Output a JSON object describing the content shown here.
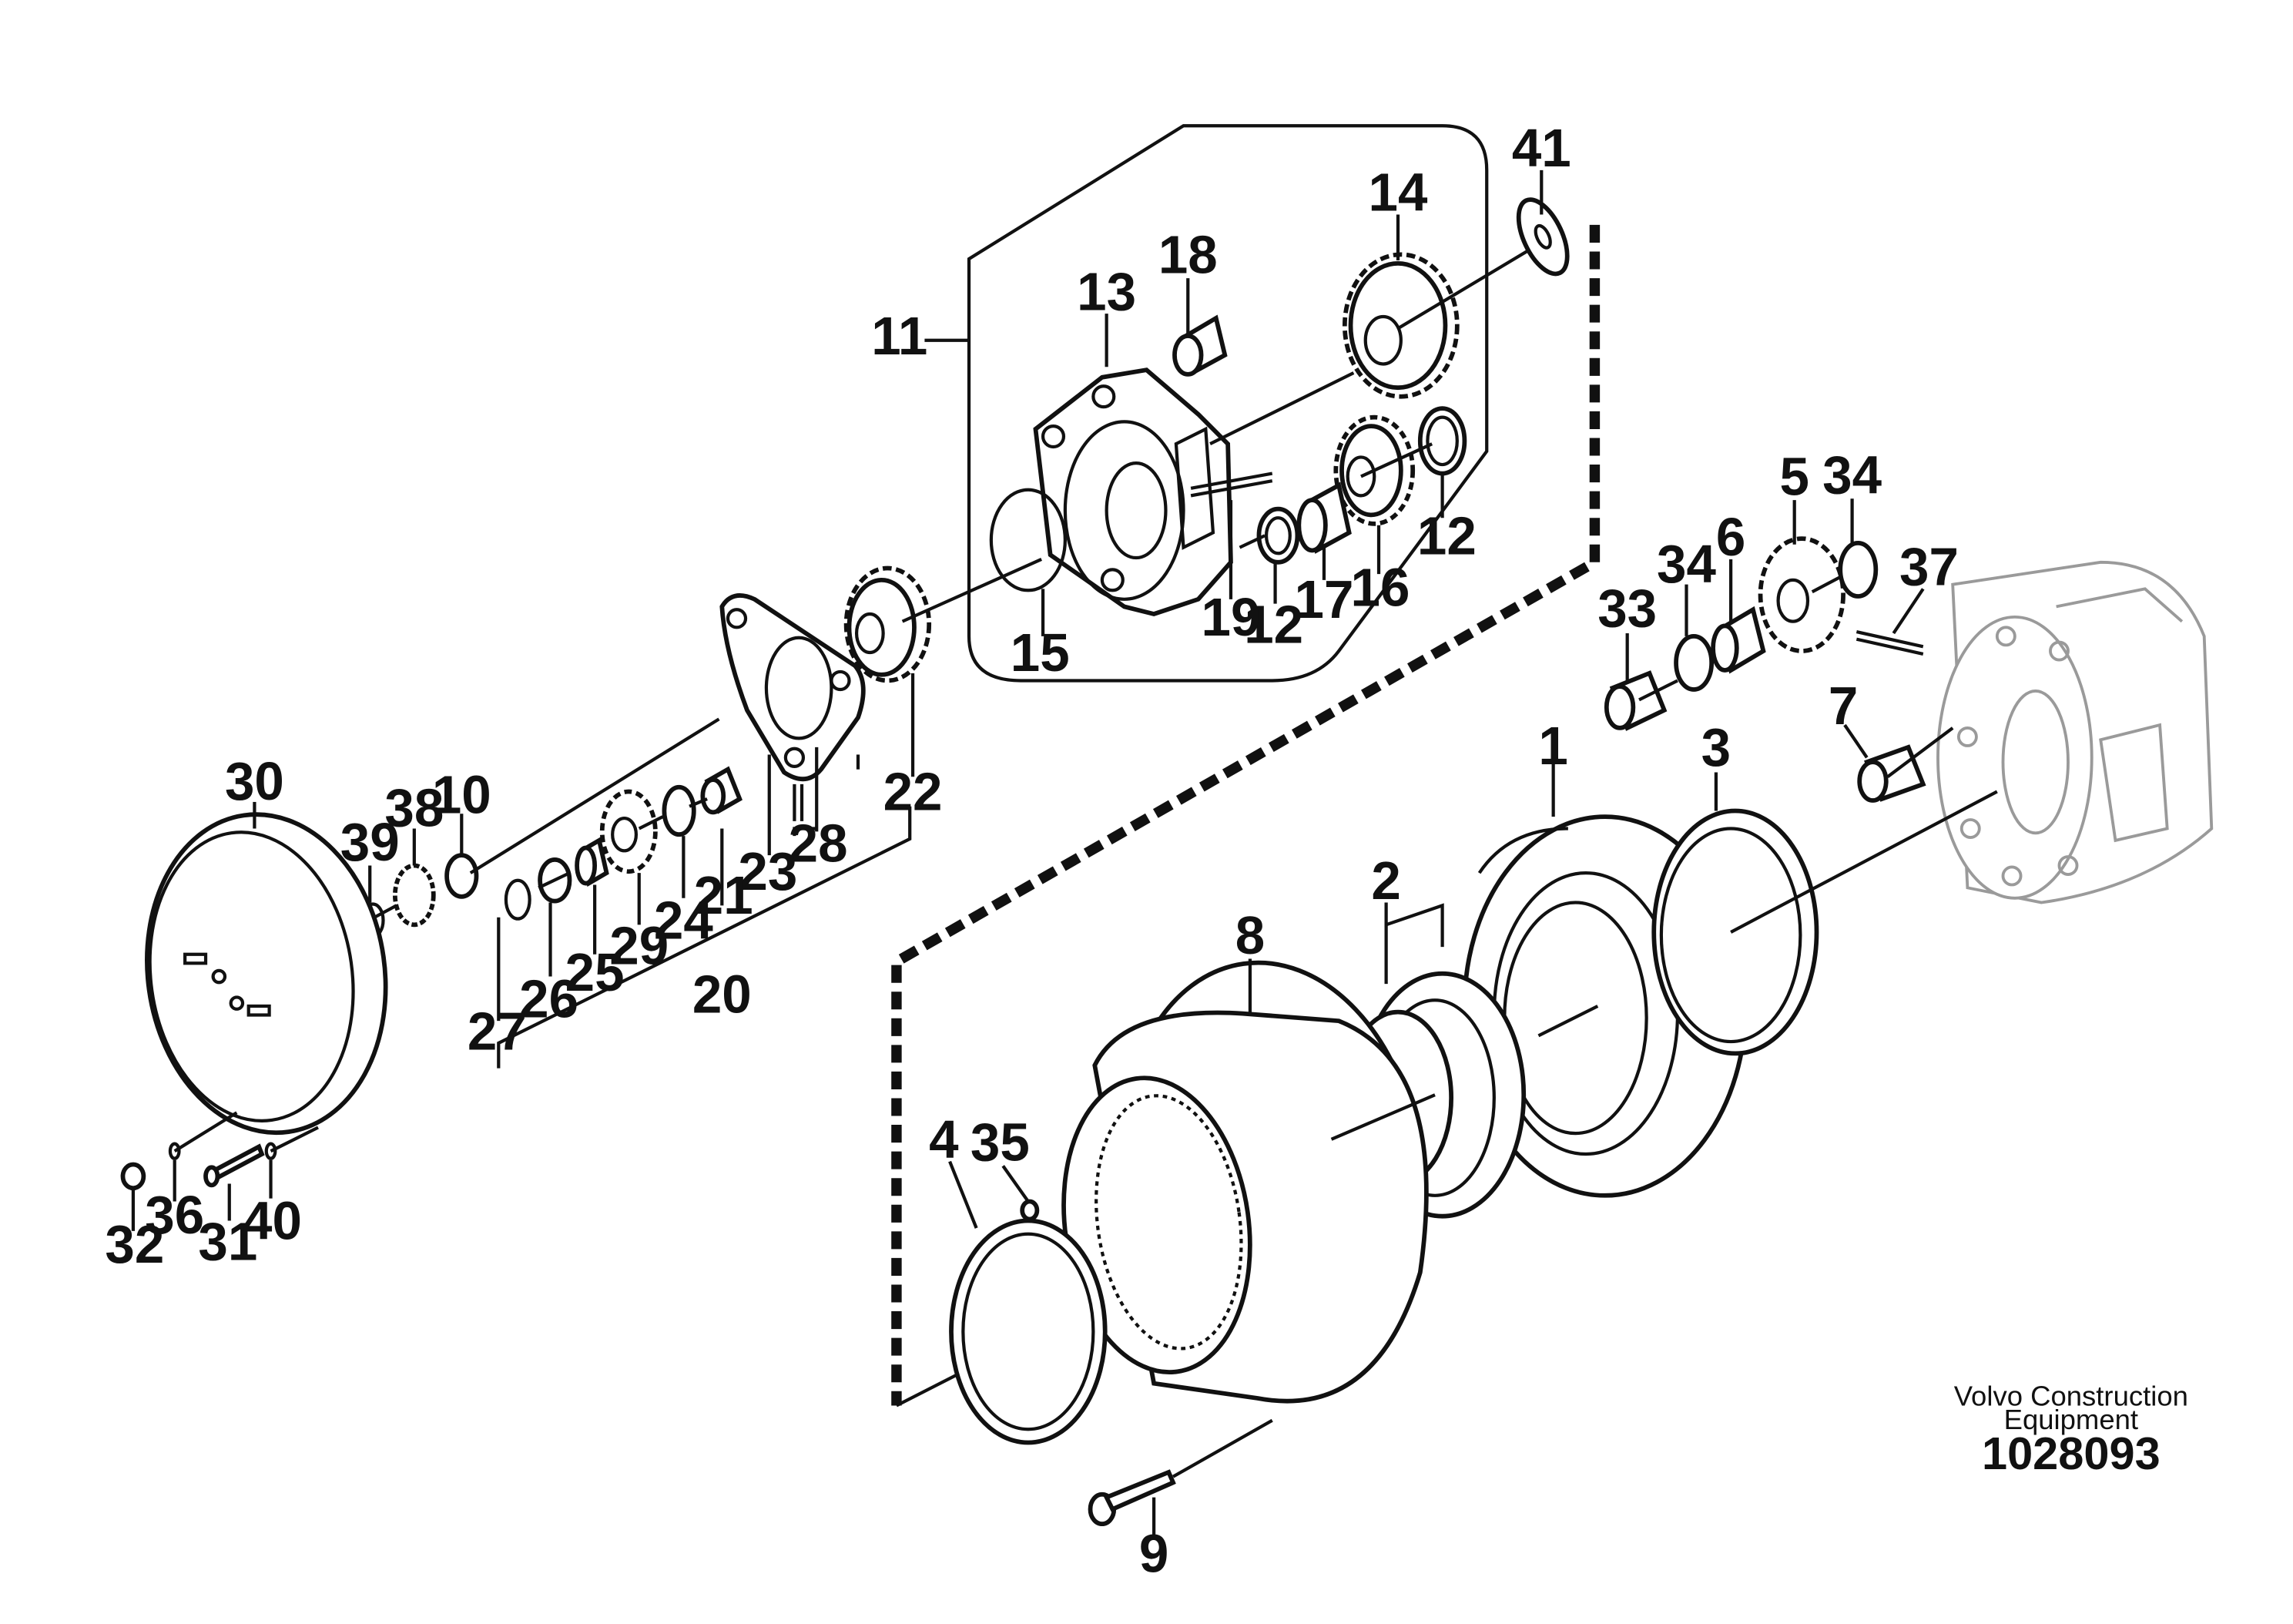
{
  "figure": {
    "manufacturer_line_1": "Volvo Construction",
    "manufacturer_line_2": "Equipment",
    "drawing_number": "1028093"
  },
  "callouts": {
    "c1": "1",
    "c2": "2",
    "c3": "3",
    "c4": "4",
    "c5": "5",
    "c6": "6",
    "c7": "7",
    "c8": "8",
    "c9": "9",
    "c10": "10",
    "c11": "11",
    "c12a": "12",
    "c12b": "12",
    "c13": "13",
    "c14": "14",
    "c15": "15",
    "c16": "16",
    "c17": "17",
    "c18": "18",
    "c19": "19",
    "c20": "20",
    "c21": "21",
    "c22": "22",
    "c23": "23",
    "c24": "24",
    "c25": "25",
    "c26": "26",
    "c27": "27",
    "c28": "28",
    "c29": "29",
    "c30": "30",
    "c31": "31",
    "c32": "32",
    "c33": "33",
    "c34a": "34",
    "c34b": "34",
    "c35": "35",
    "c36": "36",
    "c37": "37",
    "c38": "38",
    "c39": "39",
    "c40": "40",
    "c41": "41"
  }
}
